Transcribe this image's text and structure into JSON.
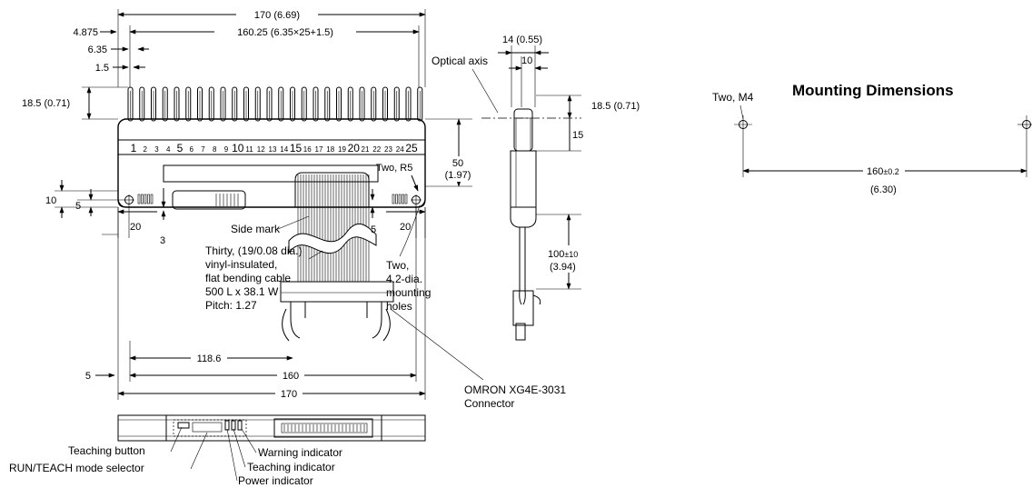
{
  "front_view": {
    "dim_overall_top": "170 (6.69)",
    "dim_left_offset": "4.875",
    "dim_pitch_span": "160.25 (6.35×25+1.5)",
    "dim_pitch": "6.35",
    "dim_pin_width": "1.5",
    "dim_pin_height": "18.5 (0.71)",
    "dim_hole_height": "10",
    "dim_hole_center": "5",
    "dim_left_hole_x": "20",
    "dim_bottom_gap": "3",
    "dim_right_gap": "5",
    "dim_right_hole_x": "20",
    "dim_body_height_value": "50",
    "dim_body_height_inch": "(1.97)",
    "corner_radius": "Two, R5",
    "channel_numbers": [
      "1",
      "2",
      "3",
      "4",
      "5",
      "6",
      "7",
      "8",
      "9",
      "10",
      "11",
      "12",
      "13",
      "14",
      "15",
      "16",
      "17",
      "18",
      "19",
      "20",
      "21",
      "22",
      "23",
      "24",
      "25"
    ],
    "side_mark": "Side mark",
    "cable_desc": [
      "Thirty, (19/0.08 dia.)",
      "vinyl-insulated,",
      "flat bending cable",
      "500 L x 38.1 W",
      "Pitch: 1.27"
    ],
    "holes_desc": [
      "Two,",
      "4.2-dia.",
      "mounting",
      "holes"
    ],
    "dim_cable_width": "118.6",
    "dim_left_margin": "5",
    "dim_hole_span": "160",
    "dim_overall_bottom": "170",
    "connector_desc": [
      "OMRON XG4E-3031",
      "Connector"
    ]
  },
  "side_view": {
    "dim_width": "14 (0.55)",
    "dim_inner": "10",
    "optical_axis": "Optical axis",
    "dim_axis_height": "15",
    "dim_axis_height_full": "18.5 (0.71)",
    "dim_cable_length_value": "100",
    "dim_cable_length_tol": "±10",
    "dim_cable_length_inch": "(3.94)"
  },
  "bottom_view": {
    "teaching_button": "Teaching button",
    "mode_selector": "RUN/TEACH mode selector",
    "warning_indicator": "Warning indicator",
    "teaching_indicator": "Teaching indicator",
    "power_indicator": "Power indicator"
  },
  "mounting": {
    "title": "Mounting Dimensions",
    "hole_label": "Two, M4",
    "dim_value": "160",
    "dim_tol": "±0.2",
    "dim_inch": "(6.30)"
  }
}
